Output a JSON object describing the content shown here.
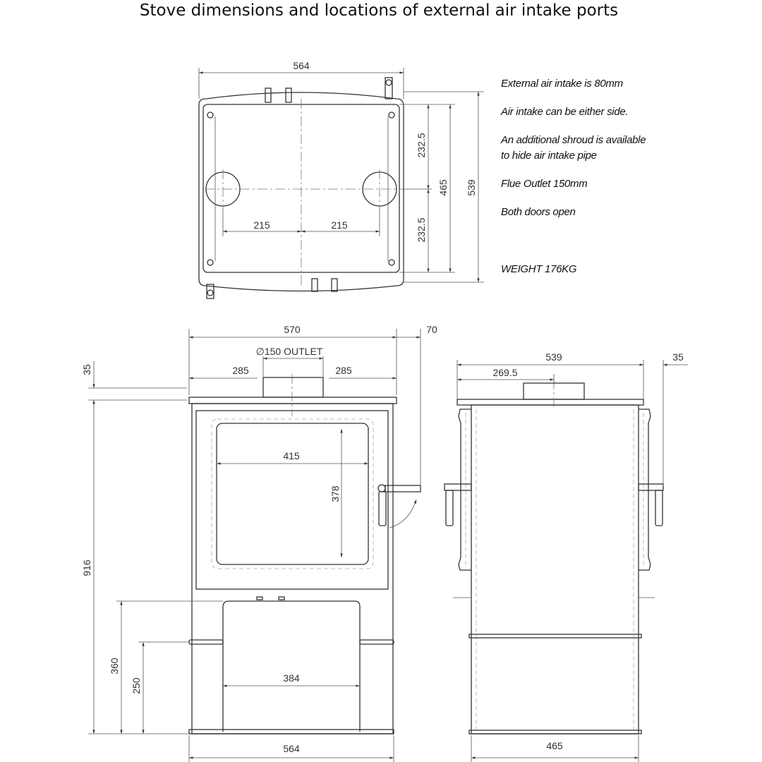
{
  "title": "Stove dimensions and locations of external air intake ports",
  "notes": {
    "line1": "External air intake is 80mm",
    "line2": "Air intake can be either side.",
    "line3a": "An additional shroud is available",
    "line3b": "to hide air intake pipe",
    "line4": "Flue Outlet 150mm",
    "line5": "Both doors open",
    "weight": "WEIGHT 176KG"
  },
  "top_view": {
    "width": "564",
    "half_depth_upper": "232.5",
    "half_depth_lower": "232.5",
    "depth": "465",
    "overall_depth": "539",
    "intake_left_offset": "215",
    "intake_right_offset": "215"
  },
  "front_view": {
    "top_width": "570",
    "handle_clearance": "70",
    "outlet_label": "∅150 OUTLET",
    "outlet_left": "285",
    "outlet_right": "285",
    "flue_height": "35",
    "overall_height": "916",
    "glass_width": "415",
    "glass_height": "378",
    "log_store_height": "360",
    "shelf_height": "250",
    "log_store_width": "384",
    "base_width": "564"
  },
  "side_view": {
    "top_depth": "539",
    "flue_center": "269.5",
    "handle_clearance": "35",
    "base_depth": "465"
  }
}
